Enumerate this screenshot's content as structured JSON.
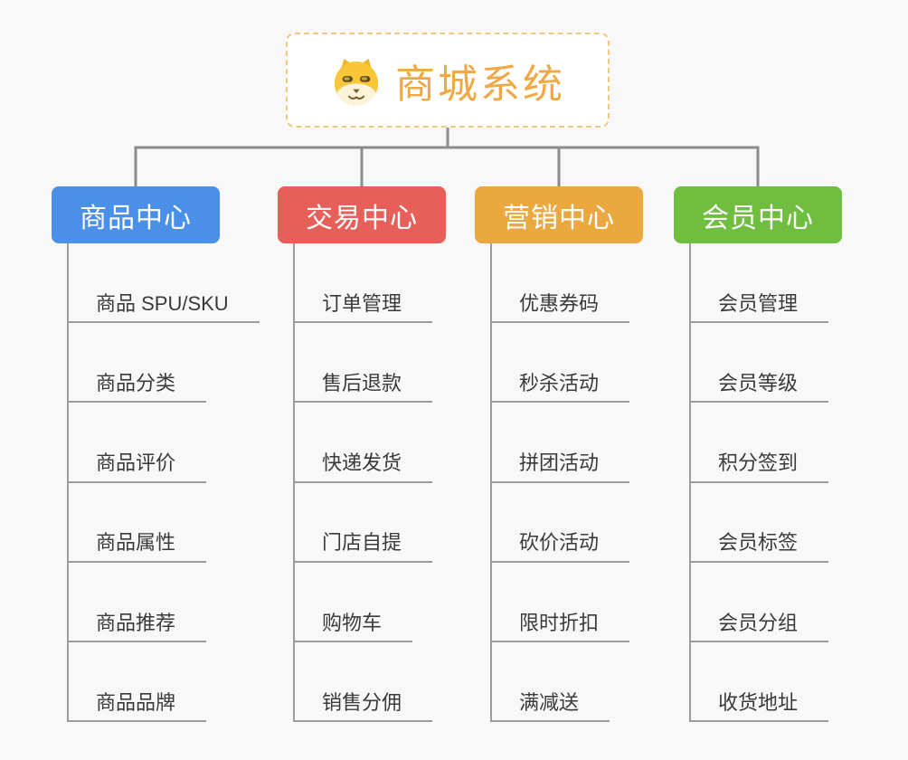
{
  "root": {
    "title": "商城系统",
    "icon": "doge-icon"
  },
  "branches": [
    {
      "label": "商品中心",
      "color": "#4a90e8",
      "items": [
        "商品 SPU/SKU",
        "商品分类",
        "商品评价",
        "商品属性",
        "商品推荐",
        "商品品牌"
      ]
    },
    {
      "label": "交易中心",
      "color": "#e75f59",
      "items": [
        "订单管理",
        "售后退款",
        "快递发货",
        "门店自提",
        "购物车",
        "销售分佣"
      ]
    },
    {
      "label": "营销中心",
      "color": "#eaa83e",
      "items": [
        "优惠券码",
        "秒杀活动",
        "拼团活动",
        "砍价活动",
        "限时折扣",
        "满减送"
      ]
    },
    {
      "label": "会员中心",
      "color": "#6fbe3f",
      "items": [
        "会员管理",
        "会员等级",
        "积分签到",
        "会员标签",
        "会员分组",
        "收货地址"
      ]
    }
  ],
  "theme": {
    "background": "#f8f8f8",
    "line": "#9c9c9c",
    "line-strong": "#8c8c8c",
    "root-border": "#f2c87e",
    "root-text": "#f0a844",
    "text": "#3a3a3a"
  }
}
